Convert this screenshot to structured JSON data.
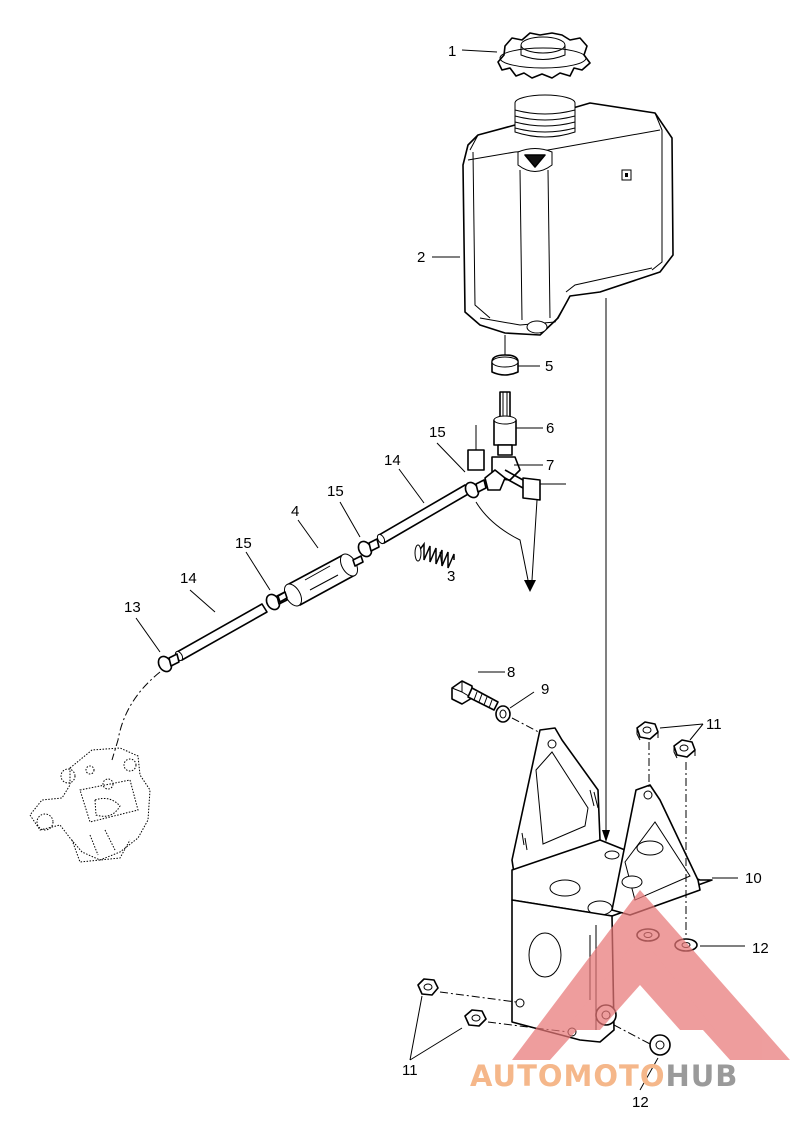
{
  "callouts": {
    "c1": "1",
    "c2": "2",
    "c3": "3",
    "c4": "4",
    "c5": "5",
    "c6": "6",
    "c7": "7",
    "c8": "8",
    "c9": "9",
    "c10": "10",
    "c11a": "11",
    "c11b": "11",
    "c12a": "12",
    "c12b": "12",
    "c13": "13",
    "c14a": "14",
    "c14b": "14",
    "c15a": "15",
    "c15b": "15",
    "c15c": "15"
  },
  "watermark": {
    "part1": "AUTOMOTO",
    "part2": "HUB",
    "color1": "#f5b78a",
    "color2": "#9a9a9a",
    "logo_color": "#e87878"
  }
}
